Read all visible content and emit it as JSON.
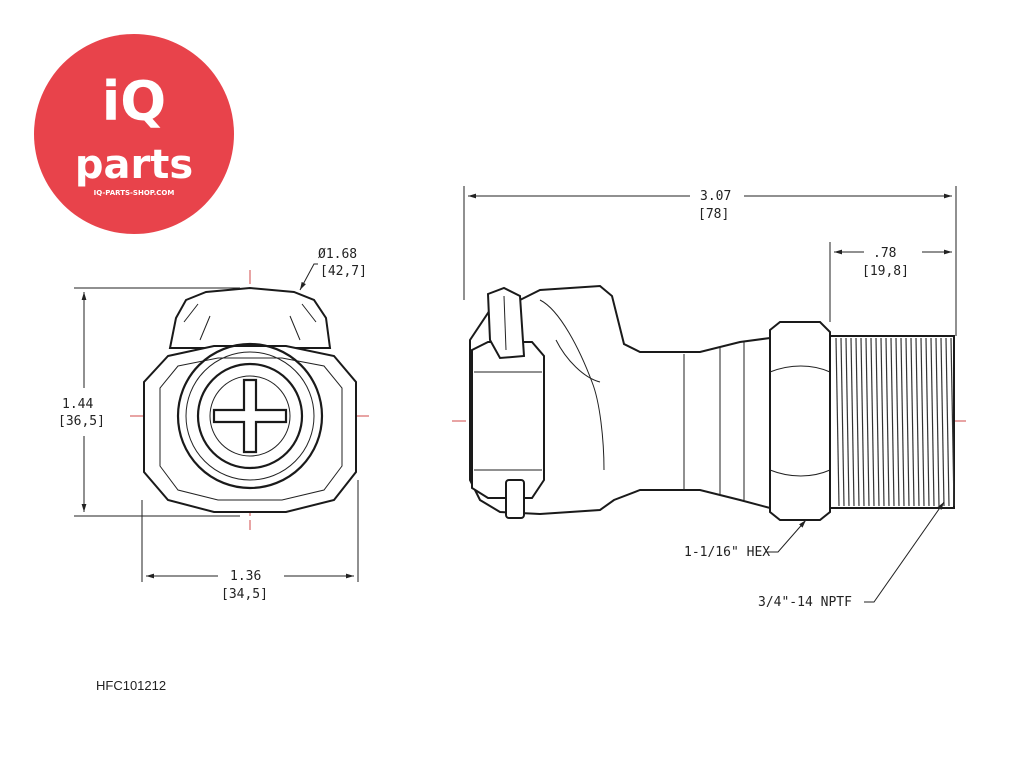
{
  "logo": {
    "brand_top": "iQ",
    "brand_bottom": "parts",
    "website": "IQ-PARTS-SHOP.COM",
    "color": "#e8434b"
  },
  "end_view": {
    "diameter_label": "Ø1.68",
    "diameter_metric": "[42,7]",
    "height_label": "1.44",
    "height_metric": "[36,5]",
    "width_label": "1.36",
    "width_metric": "[34,5]"
  },
  "side_view": {
    "length_label": "3.07",
    "length_metric": "[78]",
    "thread_length_label": ".78",
    "thread_length_metric": "[19,8]",
    "hex_callout": "1-1/16\" HEX",
    "thread_callout": "3/4\"-14 NPTF"
  },
  "part_number": "HFC101212",
  "colors": {
    "centerline": "#d24a4a",
    "outline": "#1a1a1a"
  }
}
